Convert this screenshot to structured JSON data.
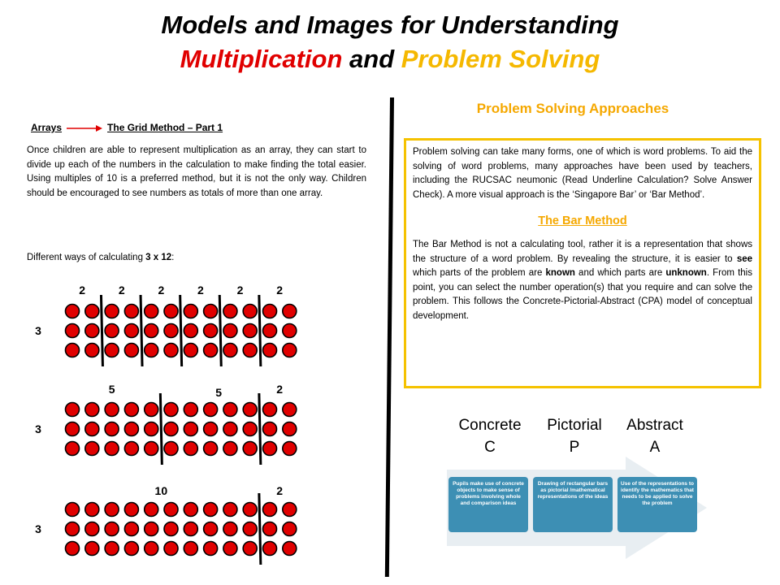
{
  "title": {
    "line1": "Models and Images for Understanding",
    "line2_a": "Multiplication",
    "line2_b": " and ",
    "line2_c": "Problem Solving"
  },
  "left": {
    "heading_from": "Arrays",
    "heading_to": "The Grid Method – Part 1",
    "paragraph": "Once children are able to represent multiplication as an array, they can start to divide up each of the numbers in the calculation to make finding the total easier. Using multiples of 10 is a preferred method, but it is not the only way. Children should be encouraged to see numbers as totals of more than one array.",
    "ways_prefix": "Different ways of calculating ",
    "ways_expr": "3 x 12",
    "ways_suffix": ":",
    "arrays": [
      {
        "rows": 3,
        "cols": 12,
        "row_label": "3",
        "groups": [
          2,
          2,
          2,
          2,
          2,
          2
        ],
        "group_labels": [
          "2",
          "2",
          "2",
          "2",
          "2",
          "2"
        ]
      },
      {
        "rows": 3,
        "cols": 12,
        "row_label": "3",
        "groups": [
          5,
          5,
          2
        ],
        "group_labels": [
          "5",
          "5",
          "2"
        ]
      },
      {
        "rows": 3,
        "cols": 12,
        "row_label": "3",
        "groups": [
          10,
          2
        ],
        "group_labels": [
          "10",
          "2"
        ]
      }
    ],
    "dot_color": "#e00000"
  },
  "right": {
    "heading": "Problem Solving Approaches",
    "intro": "Problem solving can take many forms, one of which is word problems. To aid the solving of word problems, many approaches have been used by teachers, including the RUCSAC neumonic (Read Underline Calculation? Solve Answer Check). A more visual approach is the ‘Singapore Bar’ or ‘Bar Method’.",
    "bar_title": "The Bar Method",
    "bar_text_1": "The Bar Method is not a calculating tool, rather it is a representation that shows the structure of a word problem. By revealing the structure, it is easier to ",
    "bar_see": "see",
    "bar_text_2": " which parts of the problem are ",
    "bar_known": "known",
    "bar_text_3": " and which parts are ",
    "bar_unknown": "unknown",
    "bar_text_4": ".  From this point, you can select the number operation(s) that you require and can solve the problem. This follows the Concrete-Pictorial-Abstract (CPA) model of conceptual development.",
    "cpa": [
      {
        "word": "Concrete",
        "letter": "C",
        "text": "Pupils make use of concrete objects to make sense of problems involving whole and comparison ideas"
      },
      {
        "word": "Pictorial",
        "letter": "P",
        "text": "Drawing of rectangular bars as pictorial /mathematical representations of the ideas"
      },
      {
        "word": "Abstract",
        "letter": "A",
        "text": "Use of the representations to identify the mathematics that needs to be applied to solve the problem"
      }
    ],
    "accent": "#f5a800",
    "box_border": "#f5c200",
    "cpa_box_color": "#3d8fb4",
    "cpa_arrow_color": "#e8eef2"
  }
}
